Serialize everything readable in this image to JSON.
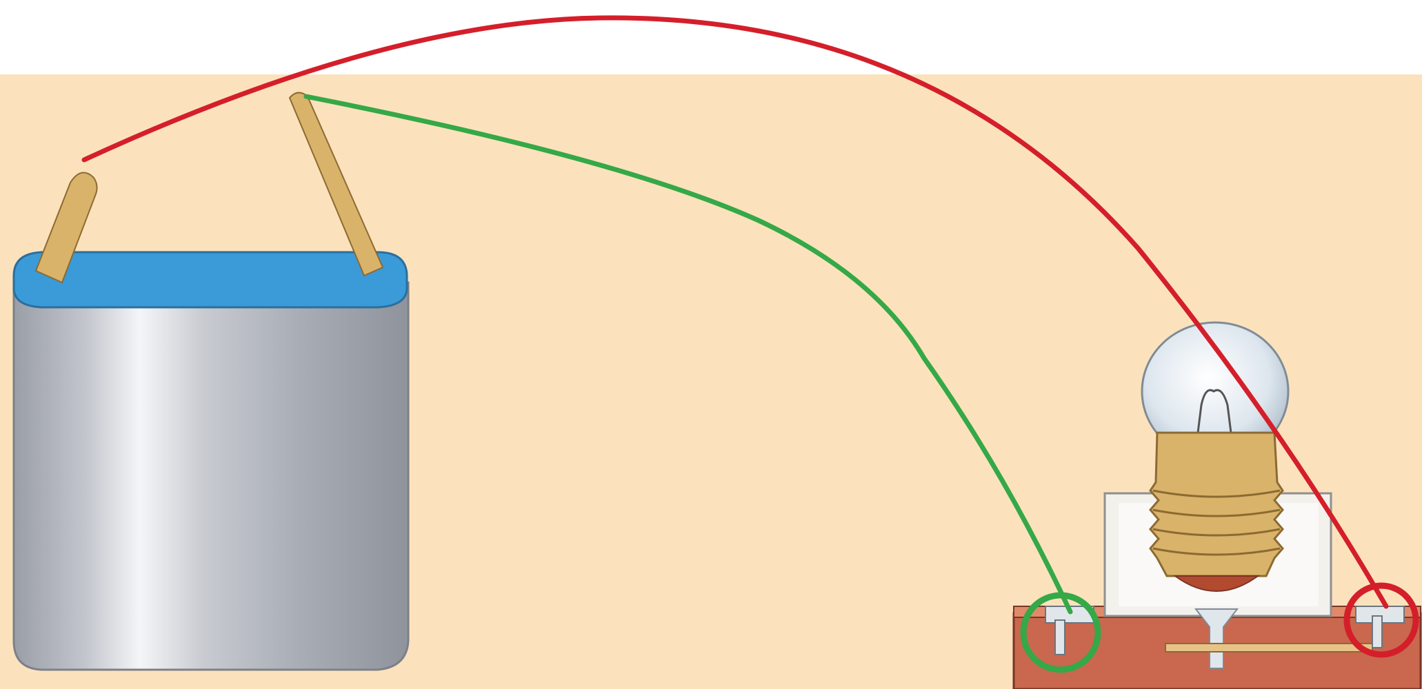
{
  "colors": {
    "background": "#fbe2bd",
    "sky": "#ffffff",
    "battery_body": "#b9bcc4",
    "battery_top": "#3a9bd8",
    "terminal_rod": "#d9b36a",
    "wire_red": "#d41f2a",
    "wire_green": "#35a847",
    "bulb_glass": "#dde6ee",
    "bulb_base": "#d9b36a",
    "holder_board": "#c9684e"
  },
  "diagram": {
    "components": [
      {
        "name": "battery",
        "icon": "battery-icon"
      },
      {
        "name": "light-bulb",
        "icon": "bulb-icon"
      }
    ],
    "wires": [
      {
        "color": "red",
        "highlight": "red-circle"
      },
      {
        "color": "green",
        "highlight": "green-circle"
      }
    ]
  }
}
